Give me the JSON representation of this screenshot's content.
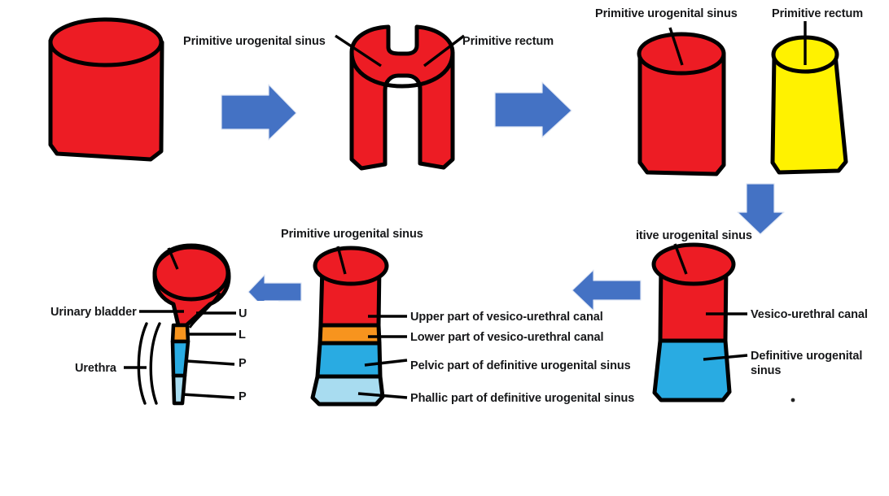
{
  "figure": {
    "title": "Development of the primitive urogenital sinus",
    "background_color": "#ffffff",
    "palette": {
      "red": "#ED1C24",
      "yellow": "#FFF200",
      "orange": "#F7941E",
      "blue_mid": "#29ABE2",
      "blue_light": "#A8DCF0",
      "arrow_blue": "#4472C4",
      "arrow_blue_edge": "#3A62AE",
      "outline": "#000000",
      "text": "#17181a"
    }
  },
  "labels": {
    "stage2_left": "Primitive urogenital sinus",
    "stage2_right": "Primitive rectum",
    "stage3_left": "Primitive urogenital sinus",
    "stage3_right": "Primitive rectum",
    "stage4_top": "itive urogenital sinus",
    "stage4_vesico": "Vesico-urethral canal",
    "stage4_definitive": "Definitive urogenital sinus",
    "stage5_top": "Primitive urogenital sinus",
    "stage5_upper": "Upper part of vesico-urethral canal",
    "stage5_lower": "Lower part of vesico-urethral canal",
    "stage5_pelvic": "Pelvic part of definitive urogenital sinus",
    "stage5_phallic": "Phallic part of definitive urogenital sinus",
    "stage6_bladder": "Urinary bladder",
    "stage6_urethra": "Urethra",
    "stage6_trunc_upper": "U",
    "stage6_trunc_lower": "L",
    "stage6_trunc_pelvic": "P",
    "stage6_trunc_phallic": "P"
  },
  "icons": {
    "arrow_right_1": "arrow-right-icon",
    "arrow_right_2": "arrow-right-icon",
    "arrow_down": "arrow-down-icon",
    "arrow_left_1": "arrow-left-icon",
    "arrow_left_2": "arrow-left-icon",
    "brace": "curly-brace-icon"
  },
  "stages": [
    {
      "id": "stage-1",
      "name": "intact-primitive-cloaca-cylinder",
      "colors": [
        "#ED1C24"
      ]
    },
    {
      "id": "stage-2",
      "name": "split-cloaca-cylinder",
      "colors": [
        "#ED1C24"
      ]
    },
    {
      "id": "stage-3",
      "name": "separated-sinus-and-rectum",
      "colors": [
        "#ED1C24",
        "#FFF200"
      ]
    },
    {
      "id": "stage-4",
      "name": "vesico-urethral-and-definitive-sinus",
      "colors": [
        "#ED1C24",
        "#29ABE2"
      ]
    },
    {
      "id": "stage-5",
      "name": "four-part-subdivision",
      "colors": [
        "#ED1C24",
        "#F7941E",
        "#29ABE2",
        "#A8DCF0"
      ]
    },
    {
      "id": "stage-6",
      "name": "bladder-and-urethra",
      "colors": [
        "#ED1C24",
        "#F7941E",
        "#29ABE2",
        "#A8DCF0"
      ]
    }
  ]
}
